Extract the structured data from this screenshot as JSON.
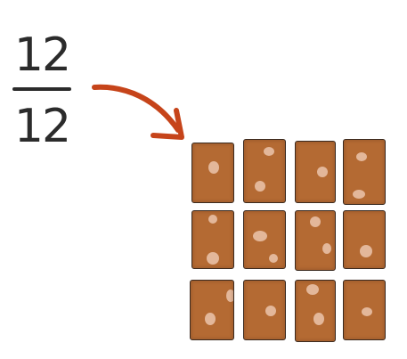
{
  "fraction": {
    "numerator": "12",
    "denominator": "12"
  },
  "pieces": {
    "count": 12,
    "rows": 3,
    "cols": 4,
    "color": "#b46a33",
    "nut_color": "#e3b79a",
    "outline_color": "#3a2a20"
  },
  "arrow": {
    "color": "#c6441a",
    "icon": "curved-arrow-icon"
  }
}
